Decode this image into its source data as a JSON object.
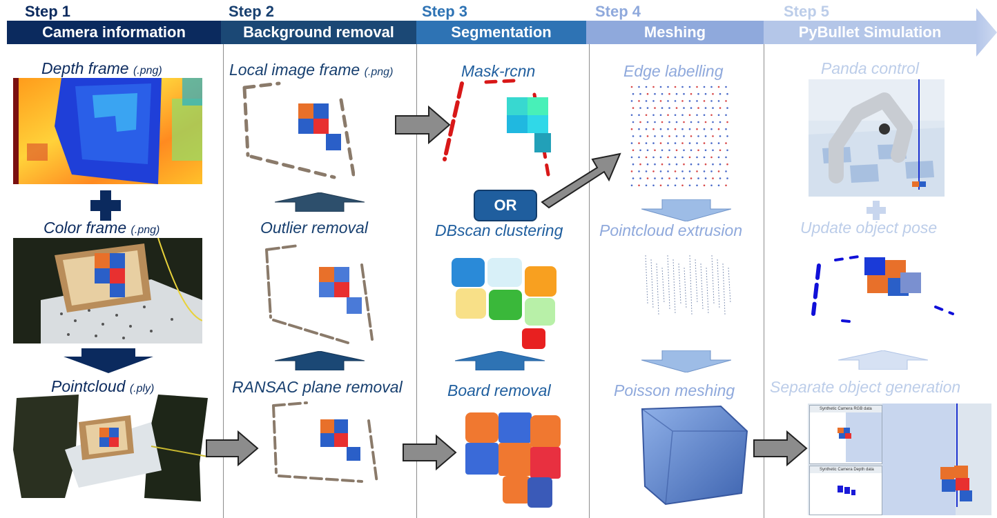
{
  "steps": [
    {
      "step": "Step 1",
      "title": "Camera information"
    },
    {
      "step": "Step 2",
      "title": "Background removal"
    },
    {
      "step": "Step 3",
      "title": "Segmentation"
    },
    {
      "step": "Step 4",
      "title": "Meshing"
    },
    {
      "step": "Step 5",
      "title": "PyBullet Simulation"
    }
  ],
  "col1": {
    "depth_frame": "Depth frame",
    "depth_ext": "(.png)",
    "color_frame": "Color frame",
    "color_ext": "(.png)",
    "pointcloud": "Pointcloud",
    "pointcloud_ext": "(.ply)"
  },
  "col2": {
    "local_image_frame": "Local image frame",
    "local_ext": "(.png)",
    "outlier_removal": "Outlier removal",
    "ransac": "RANSAC plane removal"
  },
  "col3": {
    "mask_rcnn": "Mask-rcnn",
    "or_label": "OR",
    "dbscan": "DBscan clustering",
    "board_removal": "Board removal"
  },
  "col4": {
    "edge_labelling": "Edge labelling",
    "extrusion": "Pointcloud extrusion",
    "poisson": "Poisson meshing"
  },
  "col5": {
    "panda_control": "Panda control",
    "update_pose": "Update object pose",
    "separate_generation": "Separate object generation",
    "rgb_panel_title": "Synthetic Camera RGB data",
    "depth_panel_title": "Synthetic Camera Depth data"
  },
  "colors": {
    "step1": "#0b2a5e",
    "step2": "#173f6f",
    "step3": "#2e73b4",
    "step4": "#8fa9dc",
    "step5": "#bccde9",
    "arrow_gray": "#8c8c8c"
  }
}
